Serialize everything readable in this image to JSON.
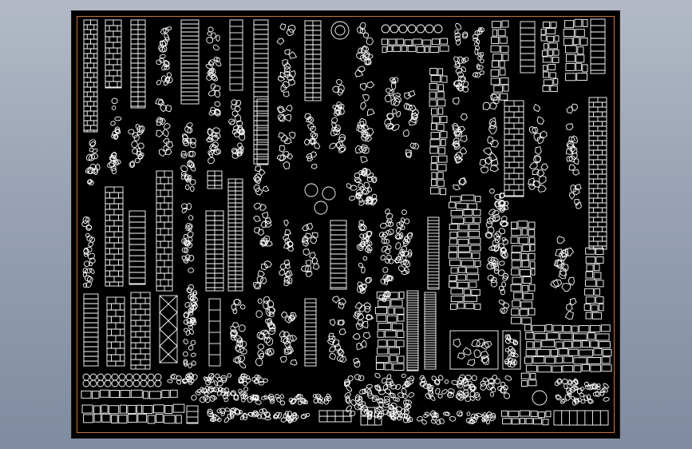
{
  "viewport": {
    "background_top": "#b3bac6",
    "background_bottom": "#7f8ba0"
  },
  "sheet": {
    "background": "#000000",
    "border_color": "#c9743a",
    "stroke_color": "#ffffff"
  },
  "drawing": {
    "subject": "paving-pattern-blocks",
    "row_groups": [
      "top-columns",
      "middle-columns",
      "bottom-strips"
    ]
  }
}
